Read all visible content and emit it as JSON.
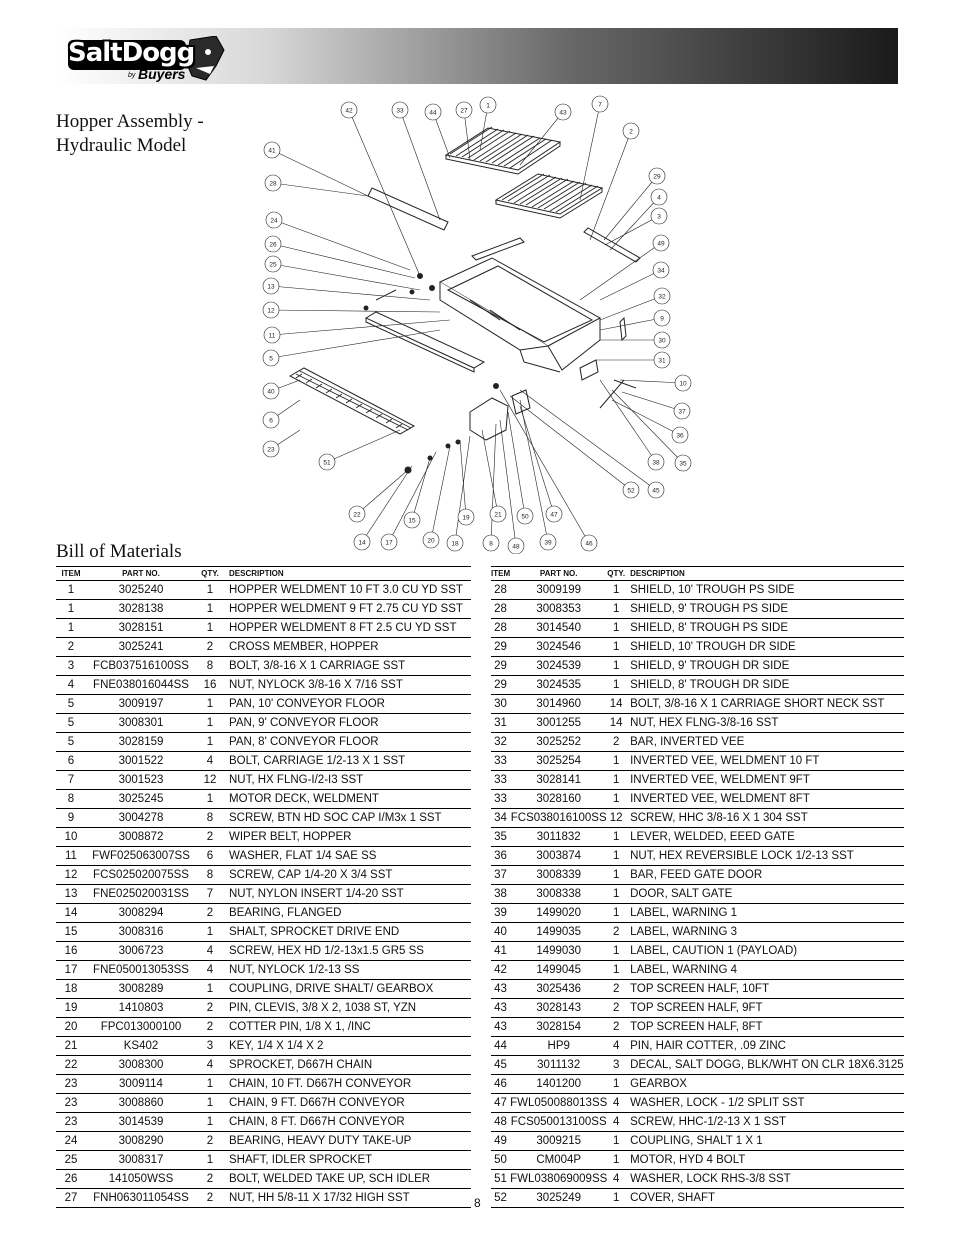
{
  "header": {
    "logo_main": "SaltDogg",
    "logo_by": "by",
    "logo_buyers": "Buyers"
  },
  "title_line1": "Hopper Assembly -",
  "title_line2": "Hydraulic Model",
  "bom_title": "Bill of Materials",
  "columns": [
    "ITEM",
    "PART NO.",
    "QTY.",
    "DESCRIPTION"
  ],
  "diagram_callouts": [
    "42",
    "33",
    "44",
    "27",
    "1",
    "43",
    "7",
    "2",
    "41",
    "28",
    "29",
    "4",
    "3",
    "49",
    "24",
    "26",
    "34",
    "25",
    "13",
    "32",
    "12",
    "9",
    "30",
    "11",
    "31",
    "5",
    "10",
    "40",
    "37",
    "6",
    "36",
    "23",
    "51",
    "38",
    "35",
    "52",
    "45",
    "22",
    "14",
    "15",
    "17",
    "20",
    "19",
    "18",
    "21",
    "8",
    "48",
    "50",
    "47",
    "39",
    "46"
  ],
  "left_rows": [
    [
      "1",
      "3025240",
      "1",
      "HOPPER WELDMENT 10 FT 3.0 CU YD SST"
    ],
    [
      "1",
      "3028138",
      "1",
      "HOPPER WELDMENT 9 FT 2.75 CU YD SST"
    ],
    [
      "1",
      "3028151",
      "1",
      "HOPPER WELDMENT 8 FT 2.5 CU YD SST"
    ],
    [
      "2",
      "3025241",
      "2",
      "CROSS MEMBER, HOPPER"
    ],
    [
      "3",
      "FCB037516100SS",
      "8",
      "BOLT, 3/8-16 X 1 CARRIAGE SST"
    ],
    [
      "4",
      "FNE038016044SS",
      "16",
      "NUT, NYLOCK 3/8-16 X 7/16 SST"
    ],
    [
      "5",
      "3009197",
      "1",
      "PAN, 10' CONVEYOR FLOOR"
    ],
    [
      "5",
      "3008301",
      "1",
      "PAN, 9' CONVEYOR FLOOR"
    ],
    [
      "5",
      "3028159",
      "1",
      "PAN, 8' CONVEYOR FLOOR"
    ],
    [
      "6",
      "3001522",
      "4",
      "BOLT, CARRIAGE 1/2-13 X 1 SST"
    ],
    [
      "7",
      "3001523",
      "12",
      "NUT, HX FLNG-I/2-I3 SST"
    ],
    [
      "8",
      "3025245",
      "1",
      "MOTOR DECK, WELDMENT"
    ],
    [
      "9",
      "3004278",
      "8",
      "SCREW, BTN HD SOC CAP I/M3x 1 SST"
    ],
    [
      "10",
      "3008872",
      "2",
      "WIPER BELT, HOPPER"
    ],
    [
      "11",
      "FWF025063007SS",
      "6",
      "WASHER, FLAT 1/4 SAE SS"
    ],
    [
      "12",
      "FCS025020075SS",
      "8",
      "SCREW, CAP 1/4-20 X 3/4 SST"
    ],
    [
      "13",
      "FNE025020031SS",
      "7",
      "NUT, NYLON INSERT 1/4-20 SST"
    ],
    [
      "14",
      "3008294",
      "2",
      "BEARING, FLANGED"
    ],
    [
      "15",
      "3008316",
      "1",
      "SHALT, SPROCKET DRIVE END"
    ],
    [
      "16",
      "3006723",
      "4",
      "SCREW, HEX HD 1/2-13x1.5 GR5 SS"
    ],
    [
      "17",
      "FNE050013053SS",
      "4",
      "NUT, NYLOCK 1/2-13 SS"
    ],
    [
      "18",
      "3008289",
      "1",
      "COUPLING, DRIVE SHALT/ GEARBOX"
    ],
    [
      "19",
      "1410803",
      "2",
      "PIN, CLEVIS, 3/8 X 2, 1038 ST, YZN"
    ],
    [
      "20",
      "FPC013000100",
      "2",
      "COTTER PIN, 1/8 X 1, /INC"
    ],
    [
      "21",
      "KS402",
      "3",
      "KEY, 1/4 X 1/4 X 2"
    ],
    [
      "22",
      "3008300",
      "4",
      "SPROCKET, D667H CHAIN"
    ],
    [
      "23",
      "3009114",
      "1",
      "CHAIN, 10 FT. D667H CONVEYOR"
    ],
    [
      "23",
      "3008860",
      "1",
      "CHAIN, 9 FT. D667H CONVEYOR"
    ],
    [
      "23",
      "3014539",
      "1",
      "CHAIN, 8 FT. D667H CONVEYOR"
    ],
    [
      "24",
      "3008290",
      "2",
      "BEARING, HEAVY DUTY TAKE-UP"
    ],
    [
      "25",
      "3008317",
      "1",
      "SHAFT, IDLER SPROCKET"
    ],
    [
      "26",
      "141050WSS",
      "2",
      "BOLT, WELDED TAKE UP, SCH IDLER"
    ],
    [
      "27",
      "FNH063011054SS",
      "2",
      "NUT, HH 5/8-11 X 17/32 HIGH SST"
    ]
  ],
  "right_rows": [
    [
      "28",
      "3009199",
      "1",
      "SHIELD, 10' TROUGH PS SIDE"
    ],
    [
      "28",
      "3008353",
      "1",
      "SHIELD, 9' TROUGH PS SIDE"
    ],
    [
      "28",
      "3014540",
      "1",
      "SHIELD, 8' TROUGH PS SIDE"
    ],
    [
      "29",
      "3024546",
      "1",
      "SHIELD, 10' TROUGH DR SIDE"
    ],
    [
      "29",
      "3024539",
      "1",
      "SHIELD, 9' TROUGH DR SIDE"
    ],
    [
      "29",
      "3024535",
      "1",
      "SHIELD, 8' TROUGH DR SIDE"
    ],
    [
      "30",
      "3014960",
      "14",
      "BOLT, 3/8-16 X 1 CARRIAGE SHORT NECK SST"
    ],
    [
      "31",
      "3001255",
      "14",
      "NUT, HEX FLNG-3/8-16 SST"
    ],
    [
      "32",
      "3025252",
      "2",
      "BAR, INVERTED VEE"
    ],
    [
      "33",
      "3025254",
      "1",
      "INVERTED VEE, WELDMENT 10 FT"
    ],
    [
      "33",
      "3028141",
      "1",
      "INVERTED VEE, WELDMENT 9FT"
    ],
    [
      "33",
      "3028160",
      "1",
      "INVERTED VEE, WELDMENT 8FT"
    ],
    [
      "34",
      "FCS038016100SS",
      "12",
      "SCREW, HHC 3/8-16 X 1 304 SST"
    ],
    [
      "35",
      "3011832",
      "1",
      "LEVER, WELDED, EEED GATE"
    ],
    [
      "36",
      "3003874",
      "1",
      "NUT, HEX REVERSIBLE LOCK 1/2-13 SST"
    ],
    [
      "37",
      "3008339",
      "1",
      "BAR, FEED GATE DOOR"
    ],
    [
      "38",
      "3008338",
      "1",
      "DOOR, SALT GATE"
    ],
    [
      "39",
      "1499020",
      "1",
      "LABEL, WARNING 1"
    ],
    [
      "40",
      "1499035",
      "2",
      "LABEL, WARNING 3"
    ],
    [
      "41",
      "1499030",
      "1",
      "LABEL, CAUTION 1 (PAYLOAD)"
    ],
    [
      "42",
      "1499045",
      "1",
      "LABEL, WARNING 4"
    ],
    [
      "43",
      "3025436",
      "2",
      "TOP SCREEN HALF, 10FT"
    ],
    [
      "43",
      "3028143",
      "2",
      "TOP SCREEN HALF, 9FT"
    ],
    [
      "43",
      "3028154",
      "2",
      "TOP SCREEN HALF, 8FT"
    ],
    [
      "44",
      "HP9",
      "4",
      "PIN, HAIR COTTER, .09 ZINC"
    ],
    [
      "45",
      "3011132",
      "3",
      "DECAL, SALT DOGG, BLK/WHT ON CLR 18X6.3125"
    ],
    [
      "46",
      "1401200",
      "1",
      "GEARBOX"
    ],
    [
      "47",
      "FWL050088013SS",
      "4",
      "WASHER, LOCK - 1/2 SPLIT SST"
    ],
    [
      "48",
      "FCS050013100SS",
      "4",
      "SCREW, HHC-1/2-13 X 1 SST"
    ],
    [
      "49",
      "3009215",
      "1",
      "COUPLING, SHALT 1 X 1"
    ],
    [
      "50",
      "CM004P",
      "1",
      "MOTOR, HYD 4 BOLT"
    ],
    [
      "51",
      "FWL038069009SS",
      "4",
      "WASHER, LOCK RHS-3/8 SST"
    ],
    [
      "52",
      "3025249",
      "1",
      "COVER, SHAFT"
    ]
  ],
  "page_number": "8"
}
